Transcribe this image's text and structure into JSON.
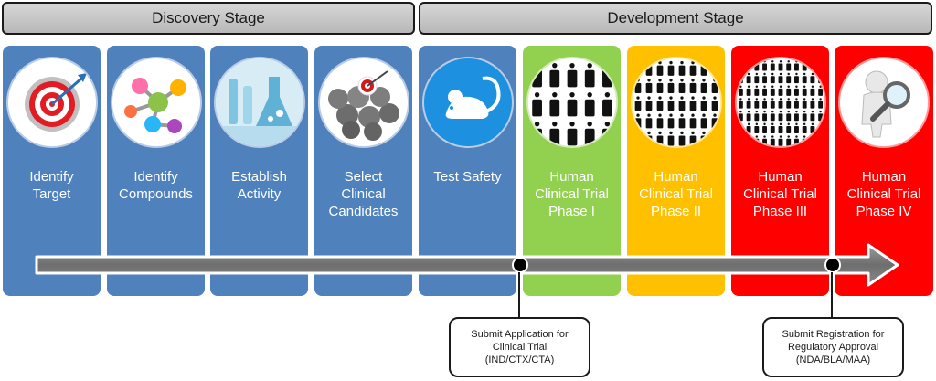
{
  "stages": {
    "discovery": "Discovery Stage",
    "development": "Development Stage"
  },
  "steps": [
    {
      "label": "Identify\nTarget",
      "color": "#4f81bd",
      "icon": "target-icon"
    },
    {
      "label": "Identify\nCompounds",
      "color": "#4f81bd",
      "icon": "molecule-icon"
    },
    {
      "label": "Establish\nActivity",
      "color": "#4f81bd",
      "icon": "lab-icon"
    },
    {
      "label": "Select\nClinical\nCandidates",
      "color": "#4f81bd",
      "icon": "spheres-target-icon"
    },
    {
      "label": "Test Safety",
      "color": "#4f81bd",
      "icon": "lab-mouse-icon"
    },
    {
      "label": "Human\nClinical Trial\nPhase I",
      "color": "#92d050",
      "icon": "people-small-group-icon"
    },
    {
      "label": "Human\nClinical Trial\nPhase II",
      "color": "#ffc000",
      "icon": "people-medium-group-icon"
    },
    {
      "label": "Human\nClinical Trial\nPhase III",
      "color": "#ff0000",
      "icon": "people-large-group-icon"
    },
    {
      "label": "Human\nClinical Trial\nPhase IV",
      "color": "#ff0000",
      "icon": "magnifier-person-icon"
    }
  ],
  "milestones": [
    {
      "text": "Submit Application for\nClinical Trial\n(IND/CTX/CTA)"
    },
    {
      "text": "Submit Registration for\nRegulatory Approval\n(NDA/BLA/MAA)"
    }
  ],
  "colors": {
    "discovery": "#4f81bd",
    "phase1": "#92d050",
    "phase2": "#ffc000",
    "phase3": "#ff0000",
    "arrow": "#808080"
  }
}
